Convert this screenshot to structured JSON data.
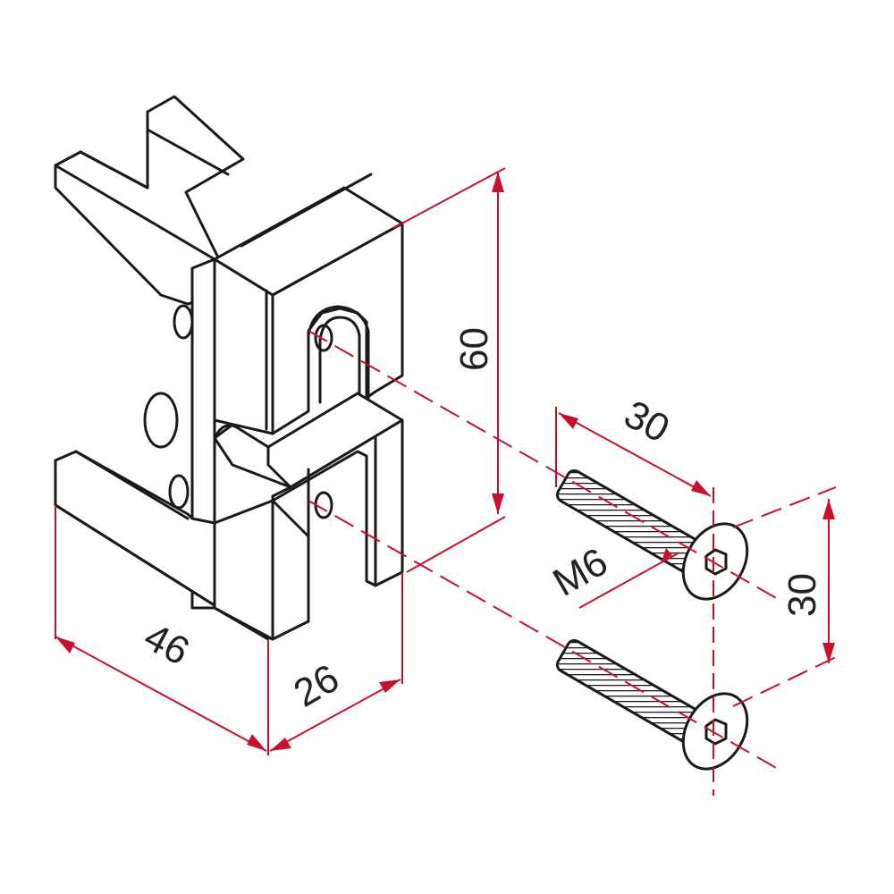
{
  "dimensions": {
    "height": "60",
    "width": "46",
    "depth": "26",
    "screw_length": "30",
    "screw_thread": "M6",
    "screw_spacing": "30"
  },
  "colors": {
    "dimension_line": "#c8102e",
    "outline": "#1a1a1a",
    "background": "#ffffff"
  }
}
